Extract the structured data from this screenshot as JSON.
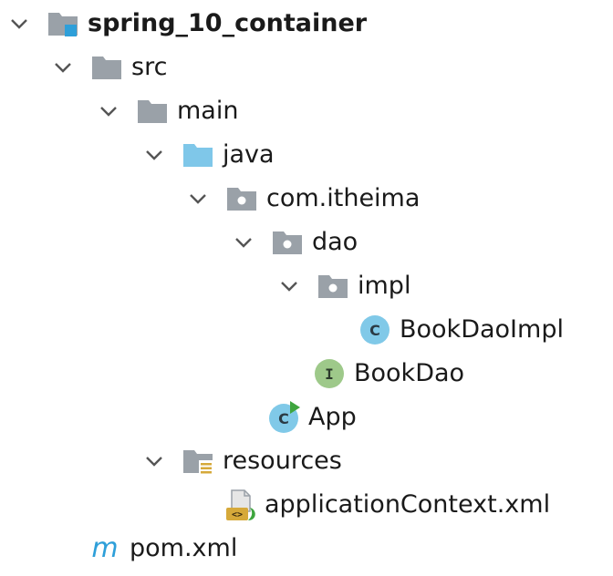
{
  "tree": {
    "root": {
      "label": "spring_10_container",
      "icon": "module-folder-icon"
    },
    "src": {
      "label": "src",
      "icon": "folder-icon"
    },
    "main": {
      "label": "main",
      "icon": "folder-icon"
    },
    "java": {
      "label": "java",
      "icon": "source-root-folder-icon"
    },
    "com_itheima": {
      "label": "com.itheima",
      "icon": "package-icon"
    },
    "dao": {
      "label": "dao",
      "icon": "package-icon"
    },
    "impl": {
      "label": "impl",
      "icon": "package-icon"
    },
    "book_dao_impl": {
      "label": "BookDaoImpl",
      "icon": "class-icon",
      "badge": "C"
    },
    "book_dao": {
      "label": "BookDao",
      "icon": "interface-icon",
      "badge": "I"
    },
    "app": {
      "label": "App",
      "icon": "runnable-class-icon",
      "badge": "C"
    },
    "resources": {
      "label": "resources",
      "icon": "resources-folder-icon"
    },
    "application_context": {
      "label": "applicationContext.xml",
      "icon": "xml-file-icon",
      "badge": "<>"
    },
    "pom": {
      "label": "pom.xml",
      "icon": "maven-icon",
      "badge": "m"
    }
  },
  "colors": {
    "folder": "#9aa1a8",
    "source_folder": "#7fc7e9",
    "class": "#80c9e8",
    "interface": "#9ec98a",
    "run_arrow": "#3ea53e",
    "maven": "#2e9fd9",
    "resources_lines": "#d6a93a"
  }
}
